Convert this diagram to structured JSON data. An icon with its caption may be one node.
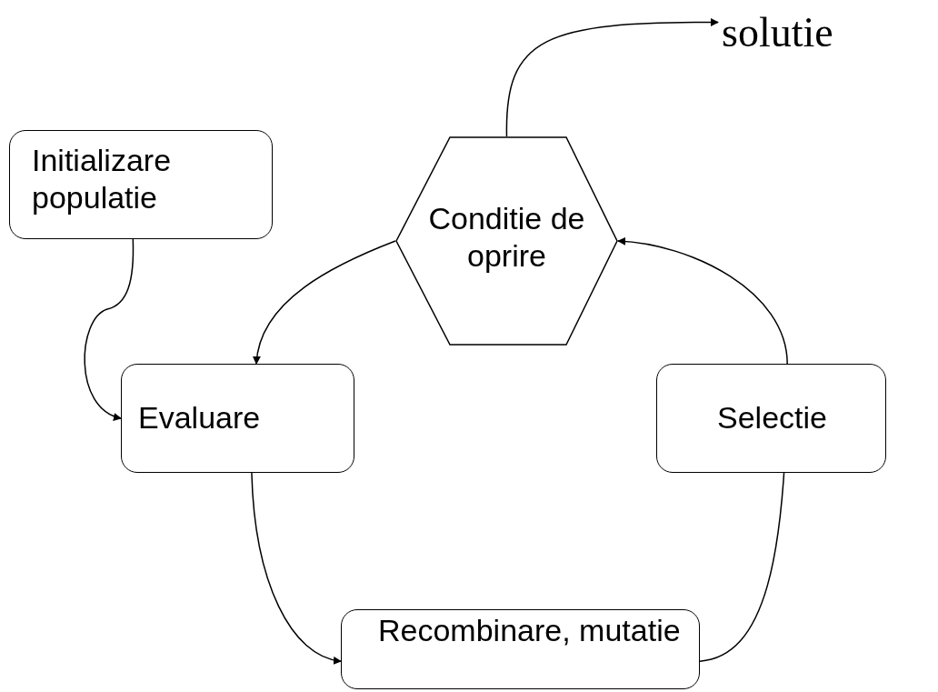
{
  "diagram": {
    "nodes": [
      {
        "text": [
          "Initializare populatie"
        ]
      },
      {
        "text": [
          "Conditie de oprire"
        ]
      },
      {
        "text": [
          "Evaluare"
        ]
      },
      {
        "text": [
          "Selectie"
        ]
      },
      {
        "text": [
          "Recombinare, mutatie"
        ]
      },
      {
        "text": [
          "solutie"
        ]
      }
    ],
    "edges": [
      {
        "from": 0,
        "to": 2,
        "arrow": "to"
      },
      {
        "from": 1,
        "to": 2,
        "arrow": "to"
      },
      {
        "from": 2,
        "to": 4,
        "arrow": "to"
      },
      {
        "from": 4,
        "to": 3,
        "arrow": "to"
      },
      {
        "from": 3,
        "to": 1,
        "arrow": "to"
      },
      {
        "from": 1,
        "to": 5,
        "arrow": "to"
      }
    ]
  }
}
